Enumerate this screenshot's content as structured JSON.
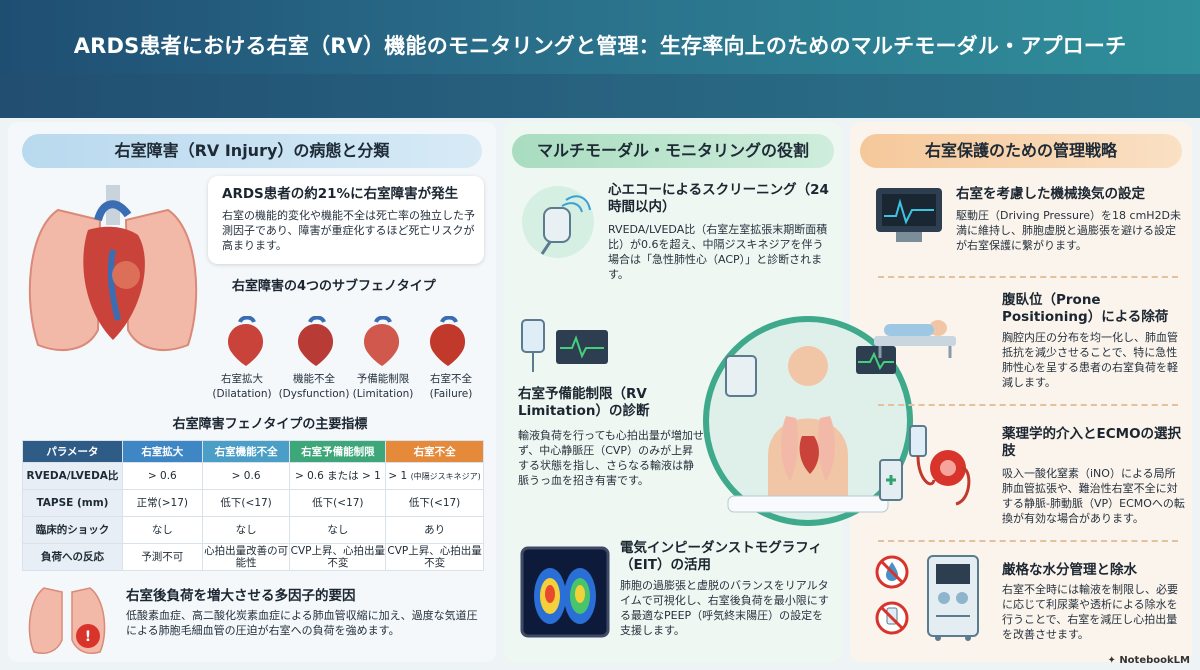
{
  "header": {
    "title": "ARDS患者における右室（RV）機能のモニタリングと管理：生存率向上のためのマルチモーダル・アプローチ"
  },
  "left": {
    "section_title": "右室障害（RV Injury）の病態と分類",
    "callout": {
      "heading": "ARDS患者の約21%に右室障害が発生",
      "body": "右室の機能的変化や機能不全は死亡率の独立した予測因子であり、障害が重症化するほど死亡リスクが高まります。"
    },
    "subtypes_title": "右室障害の4つのサブフェノタイプ",
    "subtypes": [
      {
        "jp": "右室拡大",
        "en": "(Dilatation)"
      },
      {
        "jp": "機能不全",
        "en": "(Dysfunction)"
      },
      {
        "jp": "予備能制限",
        "en": "(Limitation)"
      },
      {
        "jp": "右室不全",
        "en": "(Failure)"
      }
    ],
    "table_title": "右室障害フェノタイプの主要指標",
    "table": {
      "headers": [
        "パラメータ",
        "右室拡大",
        "右室機能不全",
        "右室予備能制限",
        "右室不全"
      ],
      "rows": [
        {
          "label": "RVEDA/LVEDA比",
          "cells": [
            "> 0.6",
            "> 0.6",
            "> 0.6 または > 1",
            "> 1"
          ],
          "note": "(中隔ジスキネジア)"
        },
        {
          "label": "TAPSE (mm)",
          "cells": [
            "正常(>17)",
            "低下(<17)",
            "低下(<17)",
            "低下(<17)"
          ]
        },
        {
          "label": "臨床的ショック",
          "cells": [
            "なし",
            "なし",
            "なし",
            "あり"
          ]
        },
        {
          "label": "負荷への反応",
          "cells": [
            "予測不可",
            "心拍出量改善の可能性",
            "CVP上昇、心拍出量不変",
            "CVP上昇、心拍出量不変"
          ]
        }
      ]
    },
    "factors": {
      "heading": "右室後負荷を増大させる多因子的要因",
      "body": "低酸素血症、高二酸化炭素血症による肺血管収縮に加え、過度な気道圧による肺胞毛細血管の圧迫が右室への負荷を強めます。"
    }
  },
  "middle": {
    "section_title": "マルチモーダル・モニタリングの役割",
    "echo": {
      "heading": "心エコーによるスクリーニング（24時間以内）",
      "body": "RVEDA/LVEDA比（右室左室拡張末期断面積比）が0.6を超え、中隔ジスキネジアを伴う場合は「急性肺性心（ACP）」と診断されます。"
    },
    "limitation": {
      "heading": "右室予備能制限（RV Limitation）の診断",
      "body": "輸液負荷を行っても心拍出量が増加せず、中心静脈圧（CVP）のみが上昇する状態を指し、さらなる輸液は静脈うっ血を招き有害です。"
    },
    "eit": {
      "heading": "電気インピーダンストモグラフィ（EIT）の活用",
      "body": "肺胞の過膨張と虚脱のバランスをリアルタイムで可視化し、右室後負荷を最小限にする最適なPEEP（呼気終末陽圧）の設定を支援します。"
    }
  },
  "right": {
    "section_title": "右室保護のための管理戦略",
    "items": [
      {
        "heading": "右室を考慮した機械換気の設定",
        "body": "駆動圧（Driving Pressure）を18 cmH2D未満に維持し、肺胞虚脱と過膨張を避ける設定が右室保護に繋がります。"
      },
      {
        "heading": "腹臥位（Prone Positioning）による除荷",
        "body": "胸腔内圧の分布を均一化し、肺血管抵抗を減少させることで、特に急性肺性心を呈する患者の右室負荷を軽減します。"
      },
      {
        "heading": "薬理学的介入とECMOの選択肢",
        "body": "吸入一酸化窒素（iNO）による局所肺血管拡張や、難治性右室不全に対する静脈-肺動脈（VP）ECMOへの転換が有効な場合があります。"
      },
      {
        "heading": "厳格な水分管理と除水",
        "body": "右室不全時には輸液を制限し、必要に応じて利尿薬や透析による除水を行うことで、右室を減圧し心拍出量を改善させます。"
      }
    ]
  },
  "branding": {
    "label": "NotebookLM"
  },
  "colors": {
    "header": "#1f4e73",
    "accent_blue": "#3f86c4",
    "accent_green": "#3ea77a",
    "accent_orange": "#e5893a"
  }
}
